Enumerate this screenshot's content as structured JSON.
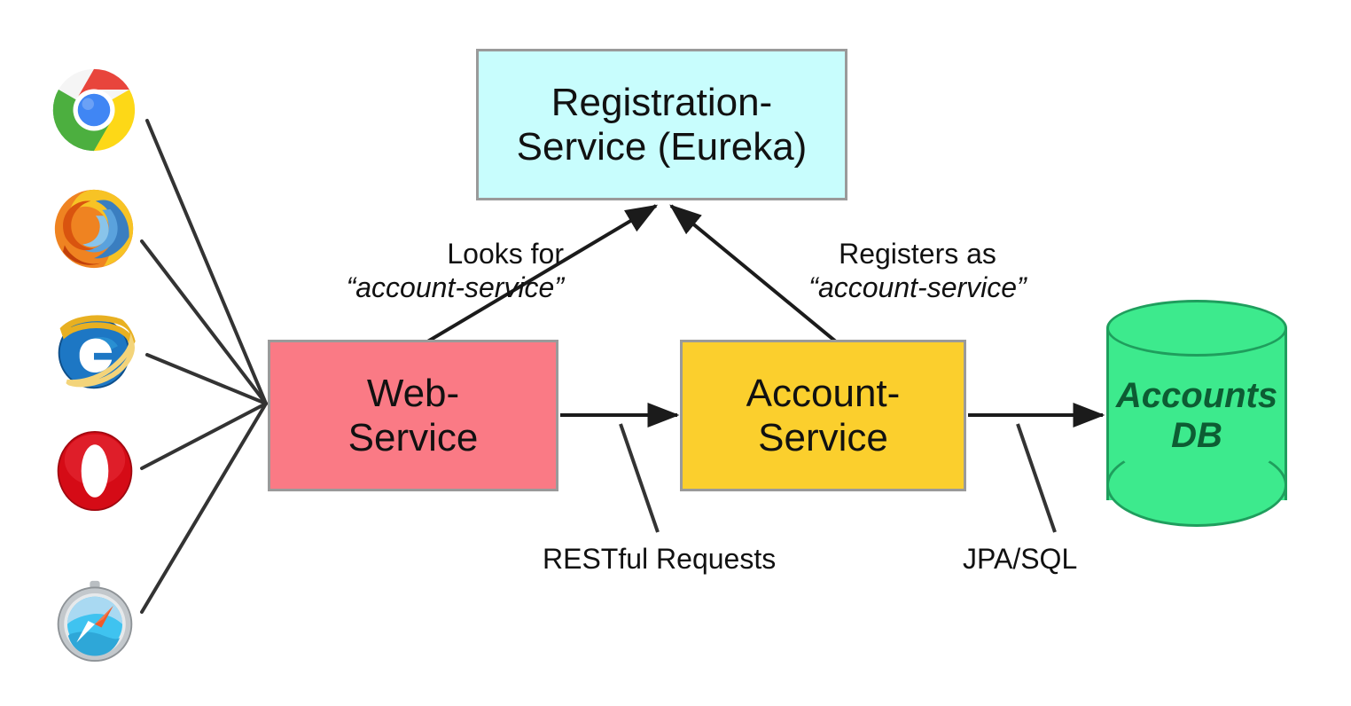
{
  "diagram": {
    "title": "Microservice registration and discovery architecture",
    "background": "#ffffff"
  },
  "nodes": {
    "registration_service": {
      "label": "Registration-\nService (Eureka)",
      "fill": "#c8fdfd",
      "stroke": "#9a9a9a"
    },
    "web_service": {
      "label": "Web-\nService",
      "fill": "#fa7a85",
      "stroke": "#9a9a9a"
    },
    "account_service": {
      "label": "Account-\nService",
      "fill": "#fbcf2d",
      "stroke": "#9a9a9a"
    },
    "accounts_database": {
      "label": "Accounts\nDB",
      "fill": "#3dea8d",
      "stroke": "#1f9e5d",
      "text_color": "#0d5c33"
    }
  },
  "captions": {
    "looks_for": {
      "line1": "Looks for",
      "line2": "“account-service”"
    },
    "registers_as": {
      "line1": "Registers as",
      "line2": "“account-service”"
    },
    "restful_requests": "RESTful Requests",
    "jpa_sql": "JPA/SQL"
  },
  "clients": [
    {
      "name": "chrome-icon",
      "label": "Google Chrome"
    },
    {
      "name": "firefox-icon",
      "label": "Mozilla Firefox"
    },
    {
      "name": "ie-icon",
      "label": "Internet Explorer"
    },
    {
      "name": "opera-icon",
      "label": "Opera"
    },
    {
      "name": "safari-icon",
      "label": "Safari"
    }
  ],
  "edges": [
    {
      "from": "browsers",
      "to": "web_service",
      "style": "plain",
      "label": ""
    },
    {
      "from": "web_service",
      "to": "registration_service",
      "style": "arrow",
      "label": "Looks for “account-service”"
    },
    {
      "from": "account_service",
      "to": "registration_service",
      "style": "arrow",
      "label": "Registers as “account-service”"
    },
    {
      "from": "web_service",
      "to": "account_service",
      "style": "arrow",
      "label": "RESTful Requests"
    },
    {
      "from": "account_service",
      "to": "accounts_database",
      "style": "arrow",
      "label": "JPA/SQL"
    }
  ],
  "stroke_color": "#333333"
}
